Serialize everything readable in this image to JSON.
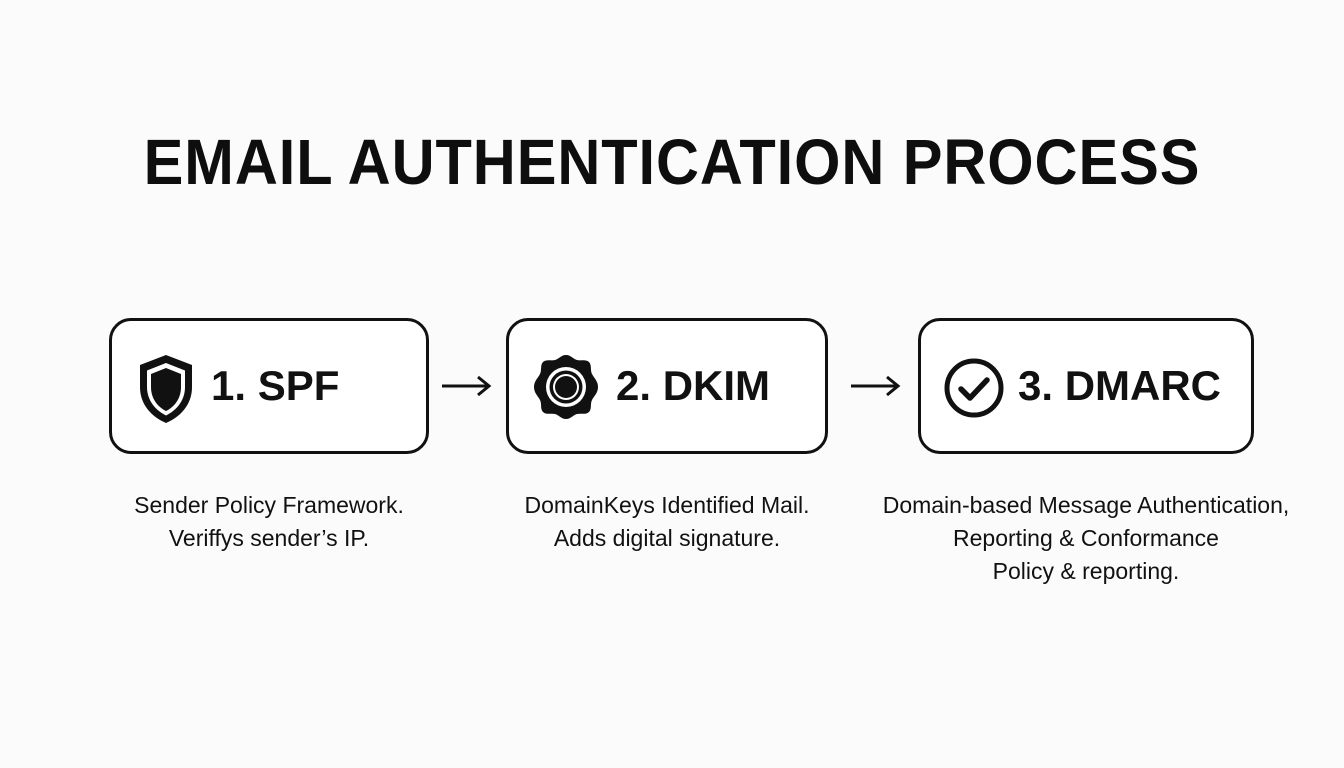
{
  "title": "EMAIL AUTHENTICATION PROCESS",
  "steps": [
    {
      "label": "1. SPF",
      "icon": "shield-icon",
      "description": [
        "Sender Policy Framework.",
        "Veriffys sender’s IP."
      ]
    },
    {
      "label": "2. DKIM",
      "icon": "seal-icon",
      "description": [
        "DomainKeys Identified Mail.",
        "Adds digital signature."
      ]
    },
    {
      "label": "3. DMARC",
      "icon": "check-circle-icon",
      "description": [
        "Domain-based Message Authentication,",
        "Reporting & Conformance",
        "Policy & reporting."
      ]
    }
  ],
  "colors": {
    "background": "#fbfbfb",
    "ink": "#111111",
    "box_fill": "#ffffff"
  }
}
